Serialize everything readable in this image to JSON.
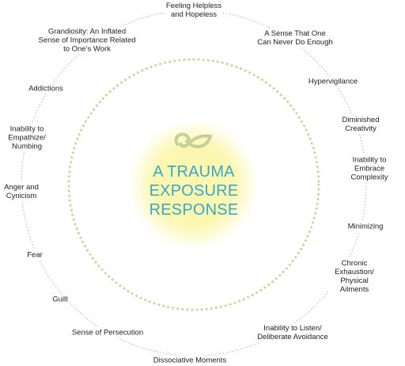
{
  "center": {
    "lines": [
      "A TRAUMA",
      "EXPOSURE",
      "RESPONSE"
    ],
    "icon": "leaf-swirl-icon"
  },
  "colors": {
    "title": "#3aa7c7",
    "glow_inner": "#fbf7b0",
    "glow_outer": "#ffffff",
    "dotted_ring": "#c6d79a",
    "outer_ring": "#9a9a9a",
    "icon": "#c4cf9a",
    "text": "#222222"
  },
  "labels": [
    "Feeling Helpless\nand Hopeless",
    "A Sense That One\nCan Never Do Enough",
    "Hypervigilance",
    "Diminished Creativity",
    "Inability to Embrace\nComplexity",
    "Minimizing",
    "Chronic Exhaustion/\nPhysical Ailments",
    "Inability to Listen/\nDeliberate Avoidance",
    "Dissociative Moments",
    "Sense of Persecution",
    "Guilt",
    "Fear",
    "Anger and\nCynicism",
    "Inability to\nEmpathize/\nNumbing",
    "Addictions",
    "Grandiosity: An Inflated\nSense of Importance Related\nto One’s Work"
  ]
}
